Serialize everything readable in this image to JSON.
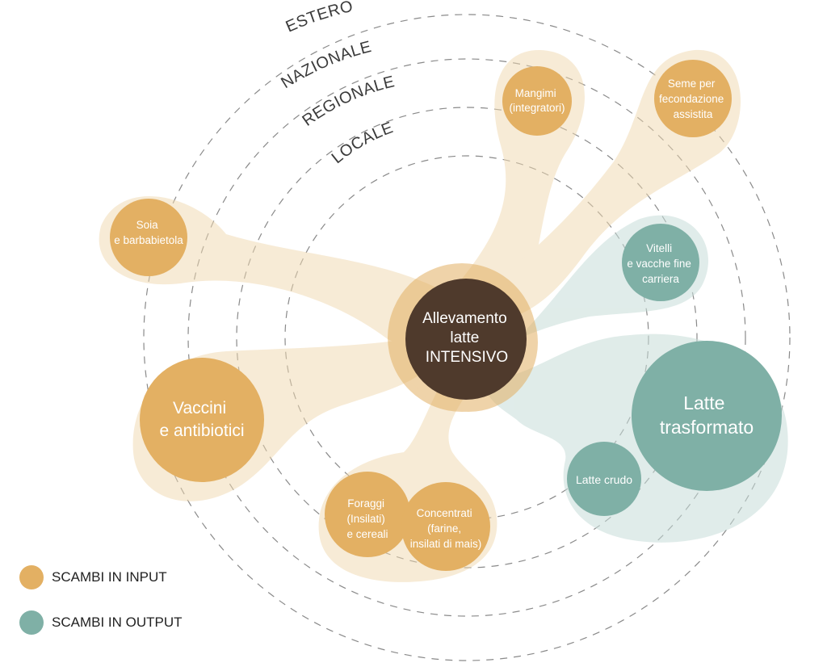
{
  "colors": {
    "input": "#e3b063",
    "input_soft": "#f0d8ae",
    "output": "#7fb0a6",
    "output_soft": "#c7ddd8",
    "center": "#4f3a2c",
    "ring": "#8a8a8a"
  },
  "rings": [
    "ESTERO",
    "NAZIONALE",
    "REGIONALE",
    "LOCALE"
  ],
  "center_label": [
    "Allevamento",
    "latte",
    "INTENSIVO"
  ],
  "nodes": {
    "mangimi": [
      "Mangimi",
      "(integratori)"
    ],
    "seme": [
      "Seme per",
      "fecondazione",
      "assistita"
    ],
    "soia": [
      "Soia",
      "e barbabietola"
    ],
    "vitelli": [
      "Vitelli",
      "e vacche fine",
      "carriera"
    ],
    "vaccini": [
      "Vaccini",
      "e antibiotici"
    ],
    "latte_trasformato": [
      "Latte",
      "trasformato"
    ],
    "latte_crudo": [
      "Latte crudo"
    ],
    "foraggi": [
      "Foraggi",
      "(Insilati)",
      "e cereali"
    ],
    "concentrati": [
      "Concentrati",
      "(farine,",
      "insilati di mais)"
    ]
  },
  "legend": {
    "input": "SCAMBI IN INPUT",
    "output": "SCAMBI IN OUTPUT"
  }
}
